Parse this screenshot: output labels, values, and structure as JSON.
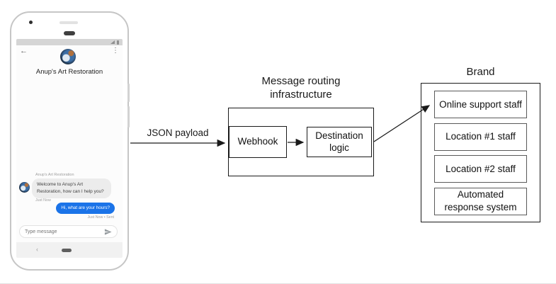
{
  "phone": {
    "statusbar": {
      "signal_icon": "signal-triangle",
      "battery_icon": "battery"
    },
    "header": {
      "back_glyph": "←",
      "menu_glyph": "⋮",
      "title": "Anup's Art Restoration",
      "avatar_icon": "brand-profile-photo"
    },
    "conversation": {
      "sender_label": "Anup's Art Restoration",
      "incoming": {
        "text": "Welcome to Anup's Art Restoration, how can I help you?",
        "time": "Just Now"
      },
      "outgoing": {
        "text": "Hi, what are your hours?",
        "time": "Just Now • Sent"
      }
    },
    "composer": {
      "placeholder": "Type message",
      "send_icon": "send-arrow"
    },
    "nav": {
      "back_glyph": "‹"
    }
  },
  "diagram": {
    "payload_arrow_label": "JSON payload",
    "routing": {
      "title": "Message routing infrastructure",
      "webhook_label": "Webhook",
      "destination_label": "Destination logic"
    },
    "brand": {
      "title": "Brand",
      "boxes": [
        "Online support staff",
        "Location #1 staff",
        "Location #2 staff",
        "Automated response system"
      ]
    }
  },
  "colors": {
    "outgoing_bubble": "#1a73e8",
    "incoming_bubble": "#ececec",
    "diagram_line": "#1a1a1a"
  }
}
